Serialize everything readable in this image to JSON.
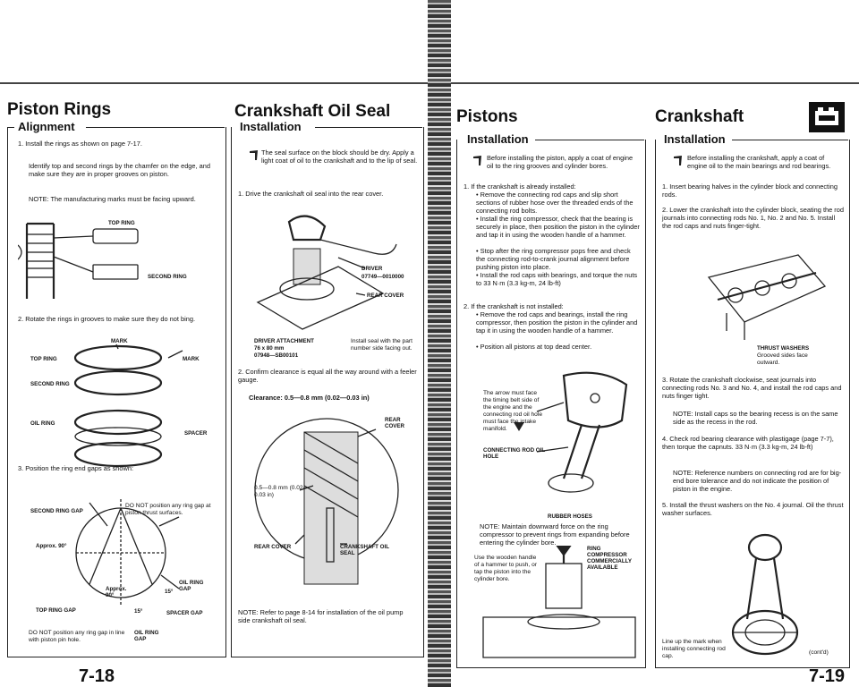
{
  "left_page": {
    "piston_rings": {
      "title": "Piston Rings",
      "subtitle": "Alignment",
      "step1": "1.  Install the rings as shown on page 7-17.",
      "step1b": "Identify top and second rings by the chamfer on the edge, and make sure they are in proper grooves on piston.",
      "note1": "NOTE: The manufacturing marks must be facing upward.",
      "label_top_ring": "TOP RING",
      "label_second_ring": "SECOND RING",
      "step2": "2.  Rotate the rings in grooves to make sure they do not bing.",
      "label_mark_top": "MARK",
      "label_mark_side": "MARK",
      "label_top_ring2": "TOP RING",
      "label_second_ring2": "SECOND RING",
      "label_oil_ring": "OIL RING",
      "label_spacer": "SPACER",
      "step3": "3.  Position the ring end gaps as shown:",
      "label_second_ring_gap": "SECOND RING GAP",
      "label_do_not_thrust": "DO NOT position any ring gap at piston thrust surfaces.",
      "label_approx90": "Approx. 90°",
      "label_approx90b": "Approx. 90°",
      "label_15a": "15°",
      "label_15b": "15°",
      "label_oil_ring_gap": "OIL RING GAP",
      "label_top_ring_gap": "TOP RING GAP",
      "label_spacer_gap": "SPACER GAP",
      "label_do_not_pin": "DO NOT position any ring gap in line with piston pin hole.",
      "label_oil_ring_gap2": "OIL RING GAP"
    },
    "crankshaft_oil_seal": {
      "title": "Crankshaft Oil Seal",
      "subtitle": "Installation",
      "warning": "The seal surface on the block should be dry. Apply a light coat of oil to the crankshaft and to the lip of seal.",
      "step1": "1.  Drive the crankshaft oil seal into the rear cover.",
      "label_driver": "DRIVER",
      "label_driver_pn": "07749—0010000",
      "label_rear_cover": "REAR COVER",
      "label_driver_attachment": "DRIVER ATTACHMENT",
      "label_attachment_size": "76 x 80 mm",
      "label_attachment_pn": "07948—SB00101",
      "label_install_seal": "Install seal with the part number side facing out.",
      "step2": "2.  Confirm clearance is equal all the way around with a feeler gauge.",
      "clearance": "Clearance: 0.5—0.8 mm (0.02—0.03 in)",
      "label_rear_cover2": "REAR COVER",
      "label_clearance_small": "0.5—0.8 mm (0.02—0.03 in)",
      "label_rear_cover3": "REAR COVER",
      "label_crankshaft_oil_seal": "CRANKSHAFT OIL SEAL",
      "note": "NOTE: Refer to page 8-14 for installation of the oil pump side crankshaft oil seal."
    },
    "page_number": "7-18"
  },
  "right_page": {
    "pistons": {
      "title": "Pistons",
      "subtitle": "Installation",
      "warning": "Before installing the piston, apply a coat of engine oil to the ring grooves and cylinder bores.",
      "step1": "1.  If the crankshaft is already installed:",
      "bullets1": [
        "• Remove the connecting rod caps and slip short sections of rubber hose over the threaded ends of the connecting rod bolts.",
        "• Install the ring compressor, check that the bearing is securely in place, then position the piston in the cylinder and tap it in using the wooden handle of a hammer.",
        "• Stop after the ring compressor pops free and check the connecting rod-to-crank journal alignment before pushing piston into place.",
        "• Install the rod caps with bearings, and torque the nuts to 33 N·m (3.3 kg-m, 24 lb-ft)"
      ],
      "step2": "2.  If the crankshaft is not installed:",
      "bullets2": [
        "• Remove the rod caps and bearings, install the ring compressor, then position the piston in the cylinder and tap it in using the wooden handle of a hammer.",
        "• Position all pistons at top dead center."
      ],
      "label_arrow": "The arrow must face the timing belt side of the engine and the connecting rod oil hole must face the intake manifold.",
      "label_conn_rod_oil_hole": "CONNECTING ROD OIL HOLE",
      "label_rubber_hoses": "RUBBER HOSES",
      "note": "NOTE: Maintain downward force on the ring compressor to prevent rings from expanding before entering the cylinder bore.",
      "label_ring_compressor": "RING COMPRESSOR COMMERCIALLY AVAILABLE",
      "label_wooden_handle": "Use the wooden handle of a hammer to push, or tap the piston into the cylinder bore."
    },
    "crankshaft": {
      "title": "Crankshaft",
      "subtitle": "Installation",
      "warning": "Before installing the crankshaft, apply a coat of engine oil to the main bearings and rod bearings.",
      "step1": "1.  Insert bearing halves in the cylinder block and connecting rods.",
      "step2": "2.  Lower the crankshaft into the cylinder block, seating the rod journals into connecting rods No. 1, No. 2 and No. 5. Install the rod caps and nuts finger-tight.",
      "label_thrust_washers": "THRUST WASHERS",
      "label_grooved": "Grooved sides face outward.",
      "step3": "3.  Rotate the crankshaft clockwise, seat journals into connecting rods No. 3 and No. 4, and install the rod caps and nuts finger tight.",
      "note3": "NOTE: Install caps so the bearing recess is on the same side as the recess in the rod.",
      "step4": "4.  Check rod bearing clearance with plastigage (page 7-7), then torque the capnuts. 33 N·m (3.3 kg-m, 24 lb-ft)",
      "note4": "NOTE: Reference numbers on connecting rod are for big-end bore tolerance and do not indicate the position of piston in the engine.",
      "step5": "5.  Install the thrust washers on the No. 4 journal. Oil the thrust washer surfaces.",
      "label_line_up": "Line up the mark when installing connecting rod cap.",
      "label_contd": "(cont'd)"
    },
    "page_number": "7-19"
  }
}
